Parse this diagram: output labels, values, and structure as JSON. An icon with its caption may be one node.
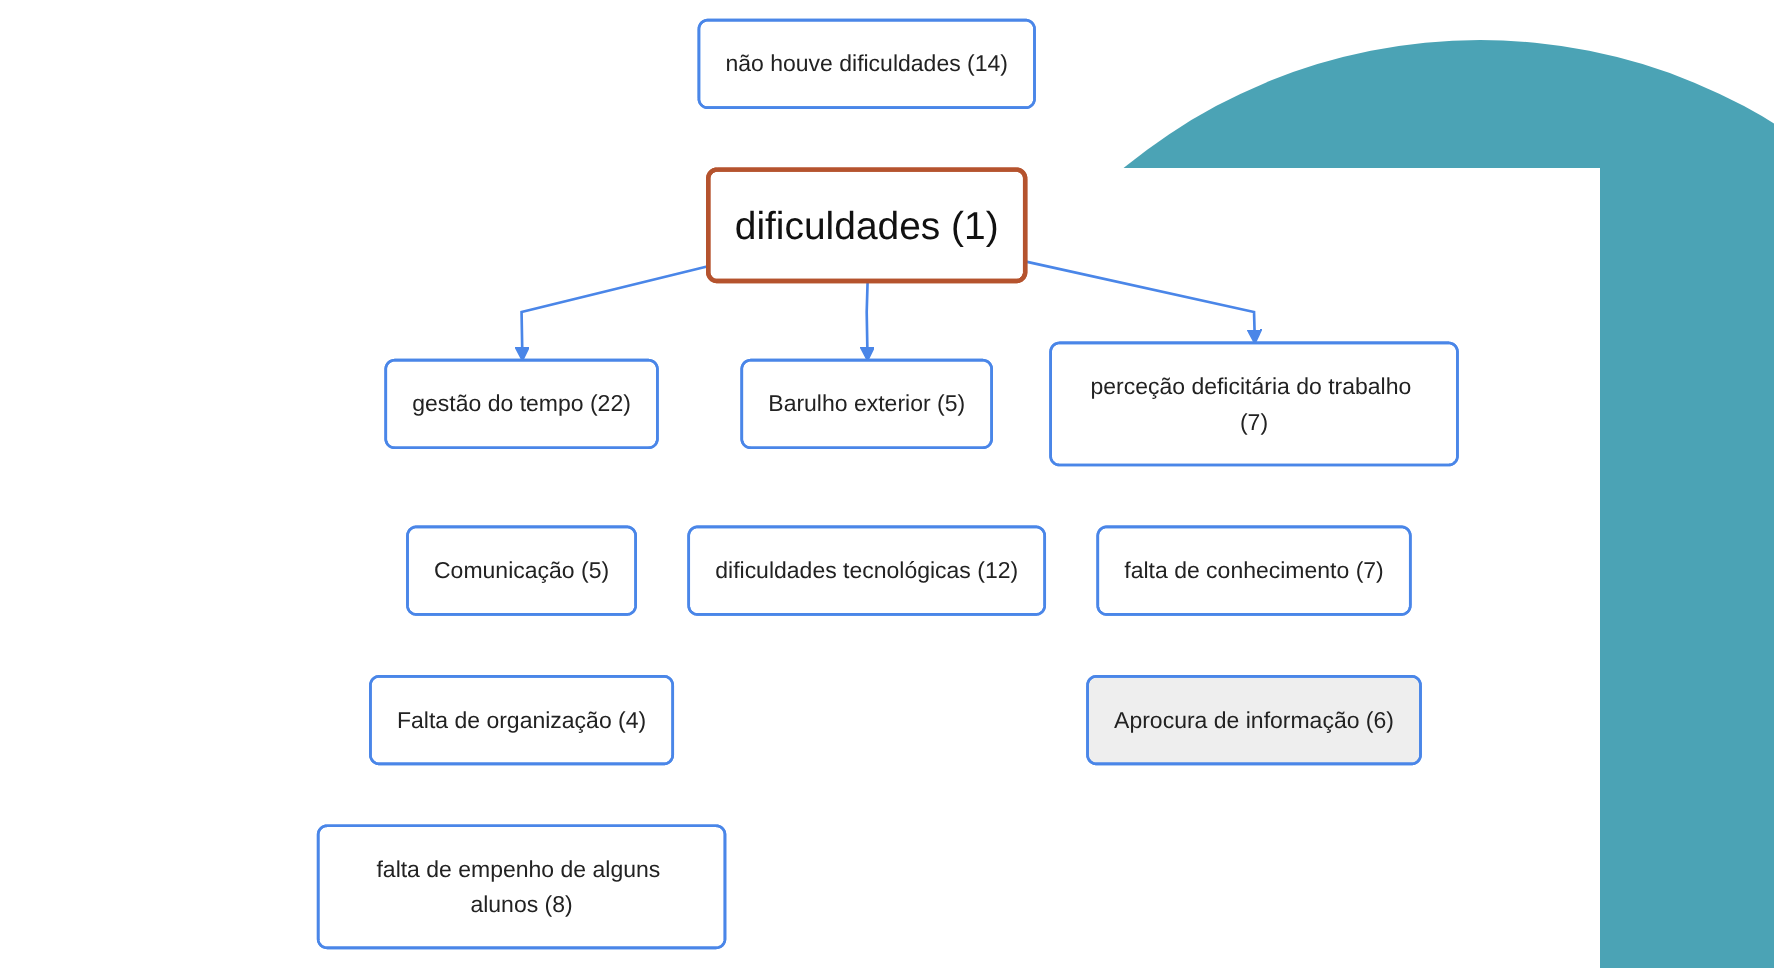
{
  "diagram": {
    "nodes": [
      {
        "text": [
          "não houve dificuldades (14)"
        ]
      },
      {
        "text": [
          "dificuldades (1)"
        ]
      },
      {
        "text": [
          "gestão do tempo (22)"
        ]
      },
      {
        "text": [
          "Barulho exterior (5)"
        ]
      },
      {
        "text": [
          "Comunicação (5)"
        ]
      },
      {
        "text": [
          "perceção deficitária do trabalho (7)"
        ]
      },
      {
        "text": [
          "dificuldades tecnológicas (12)"
        ]
      },
      {
        "text": [
          "Falta de organização (4)"
        ]
      },
      {
        "text": [
          "falta de conhecimento (7)"
        ]
      },
      {
        "text": [
          "falta de empenho de alguns alunos (8)"
        ]
      },
      {
        "text": [
          "Aprocura de informação (6)"
        ]
      }
    ],
    "edges": [
      {
        "from": 1,
        "to": 2,
        "arrow": "to"
      },
      {
        "from": 1,
        "to": 5,
        "arrow": "to"
      },
      {
        "from": 1,
        "to": 3,
        "arrow": "to"
      }
    ]
  }
}
